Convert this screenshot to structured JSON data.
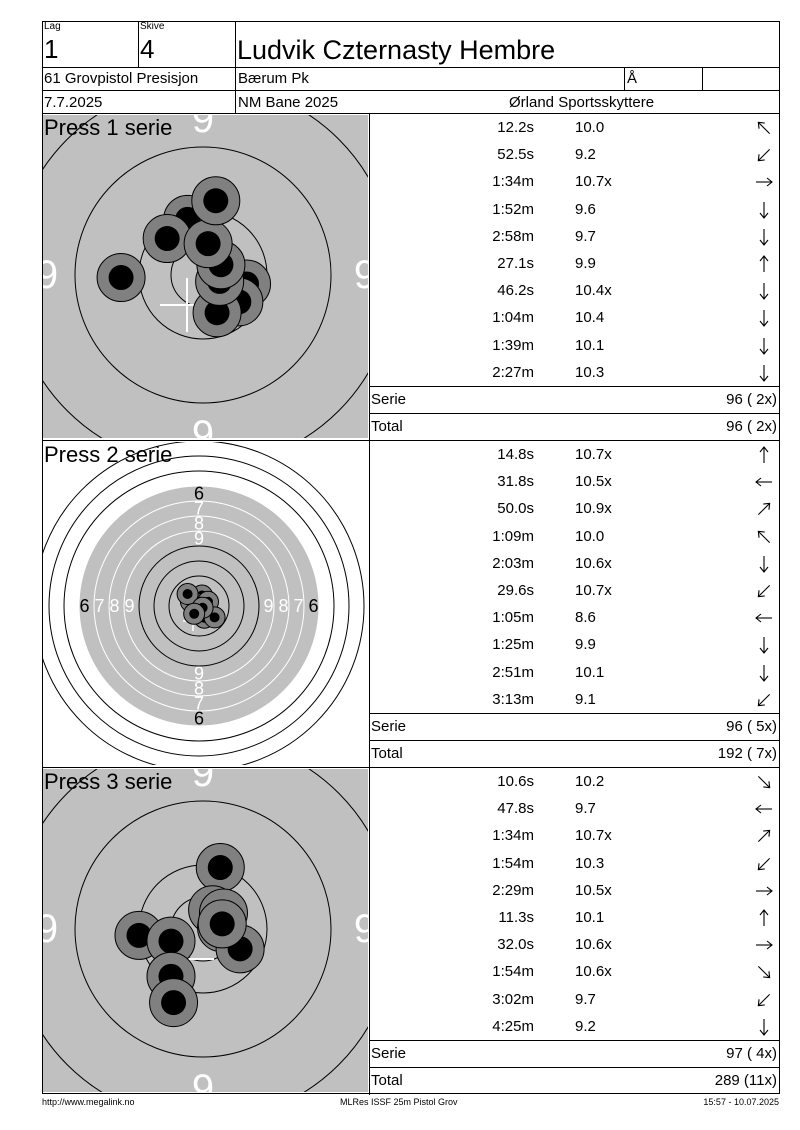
{
  "header": {
    "lag_label": "Lag",
    "lag_value": "1",
    "skive_label": "Skive",
    "skive_value": "4",
    "shooter_name": "Ludvik Czternasty Hembre",
    "class_name": "61 Grovpistol Presisjon",
    "club": "Bærum Pk",
    "age_class": "Å",
    "date": "7.7.2025",
    "competition": "NM Bane 2025",
    "organizer": "Ørland Sportsskyttere"
  },
  "series": [
    {
      "title": "Press 1 serie",
      "target_style": "zoomed",
      "shots": [
        {
          "time": "12.2s",
          "score": "10.0",
          "arrow": "up-left"
        },
        {
          "time": "52.5s",
          "score": "9.2",
          "arrow": "down-left"
        },
        {
          "time": "1:34m",
          "score": "10.7x",
          "arrow": "right"
        },
        {
          "time": "1:52m",
          "score": "9.6",
          "arrow": "down"
        },
        {
          "time": "2:58m",
          "score": "9.7",
          "arrow": "down"
        },
        {
          "time": "27.1s",
          "score": "9.9",
          "arrow": "up"
        },
        {
          "time": "46.2s",
          "score": "10.4x",
          "arrow": "down"
        },
        {
          "time": "1:04m",
          "score": "10.4",
          "arrow": "down"
        },
        {
          "time": "1:39m",
          "score": "10.1",
          "arrow": "down"
        },
        {
          "time": "2:27m",
          "score": "10.3",
          "arrow": "down"
        }
      ],
      "serie_label": "Serie",
      "serie_value": "96 ( 2x)",
      "total_label": "Total",
      "total_value": "96 ( 2x)",
      "hits": [
        {
          "dx": -0.24,
          "dy": -0.87
        },
        {
          "dx": -0.56,
          "dy": -0.57
        },
        {
          "dx": 0.68,
          "dy": 0.14
        },
        {
          "dx": 0.56,
          "dy": 0.42
        },
        {
          "dx": 0.22,
          "dy": 0.59
        },
        {
          "dx": -1.28,
          "dy": 0.04
        },
        {
          "dx": 0.26,
          "dy": 0.1
        },
        {
          "dx": 0.28,
          "dy": -0.16
        },
        {
          "dx": 0.08,
          "dy": -0.49
        },
        {
          "dx": 0.2,
          "dy": -1.16
        }
      ]
    },
    {
      "title": "Press 2 serie",
      "target_style": "full",
      "shots": [
        {
          "time": "14.8s",
          "score": "10.7x",
          "arrow": "up"
        },
        {
          "time": "31.8s",
          "score": "10.5x",
          "arrow": "left"
        },
        {
          "time": "50.0s",
          "score": "10.9x",
          "arrow": "up-right"
        },
        {
          "time": "1:09m",
          "score": "10.0",
          "arrow": "up-left"
        },
        {
          "time": "2:03m",
          "score": "10.6x",
          "arrow": "down"
        },
        {
          "time": "29.6s",
          "score": "10.7x",
          "arrow": "down-left"
        },
        {
          "time": "1:05m",
          "score": "8.6",
          "arrow": "left"
        },
        {
          "time": "1:25m",
          "score": "9.9",
          "arrow": "down"
        },
        {
          "time": "2:51m",
          "score": "10.1",
          "arrow": "down"
        },
        {
          "time": "3:13m",
          "score": "9.1",
          "arrow": "down-left"
        }
      ],
      "serie_label": "Serie",
      "serie_value": "96 ( 5x)",
      "total_label": "Total",
      "total_value": "192 ( 7x)",
      "hits": [
        {
          "dx": 0.1,
          "dy": -0.35
        },
        {
          "dx": -0.27,
          "dy": -0.15
        },
        {
          "dx": 0.05,
          "dy": -0.06
        },
        {
          "dx": 0.3,
          "dy": -0.14
        },
        {
          "dx": 0.18,
          "dy": 0.39
        },
        {
          "dx": 0.03,
          "dy": 0.06
        },
        {
          "dx": -0.38,
          "dy": -0.4
        },
        {
          "dx": 0.52,
          "dy": 0.38
        },
        {
          "dx": 0.12,
          "dy": 0.06
        },
        {
          "dx": -0.16,
          "dy": 0.26
        }
      ]
    },
    {
      "title": "Press 3 serie",
      "target_style": "zoomed",
      "shots": [
        {
          "time": "10.6s",
          "score": "10.2",
          "arrow": "down-right"
        },
        {
          "time": "47.8s",
          "score": "9.7",
          "arrow": "left"
        },
        {
          "time": "1:34m",
          "score": "10.7x",
          "arrow": "up-right"
        },
        {
          "time": "1:54m",
          "score": "10.3",
          "arrow": "down-left"
        },
        {
          "time": "2:29m",
          "score": "10.5x",
          "arrow": "right"
        },
        {
          "time": "11.3s",
          "score": "10.1",
          "arrow": "up"
        },
        {
          "time": "32.0s",
          "score": "10.6x",
          "arrow": "right"
        },
        {
          "time": "1:54m",
          "score": "10.6x",
          "arrow": "down-right"
        },
        {
          "time": "3:02m",
          "score": "9.7",
          "arrow": "down-left"
        },
        {
          "time": "4:25m",
          "score": "9.2",
          "arrow": "down"
        }
      ],
      "serie_label": "Serie",
      "serie_value": "97 ( 4x)",
      "total_label": "Total",
      "total_value": "289 (11x)",
      "hits": [
        {
          "dx": 0.27,
          "dy": -0.96
        },
        {
          "dx": -1.0,
          "dy": 0.1
        },
        {
          "dx": 0.15,
          "dy": -0.3
        },
        {
          "dx": 0.32,
          "dy": -0.25
        },
        {
          "dx": 0.29,
          "dy": -0.02
        },
        {
          "dx": -0.5,
          "dy": 0.19
        },
        {
          "dx": 0.58,
          "dy": 0.31
        },
        {
          "dx": -0.5,
          "dy": 0.74
        },
        {
          "dx": -0.46,
          "dy": 1.15
        },
        {
          "dx": 0.3,
          "dy": -0.08
        }
      ]
    }
  ],
  "footer": {
    "website": "http://www.megalink.no",
    "software": "MLRes ISSF 25m Pistol Grov",
    "printed": "15:57 - 10.07.2025"
  },
  "colors": {
    "target_gray": "#c0c0c0",
    "hit_ring": "#808080",
    "hit_core": "#000000",
    "crosshair": "#ffffff"
  }
}
